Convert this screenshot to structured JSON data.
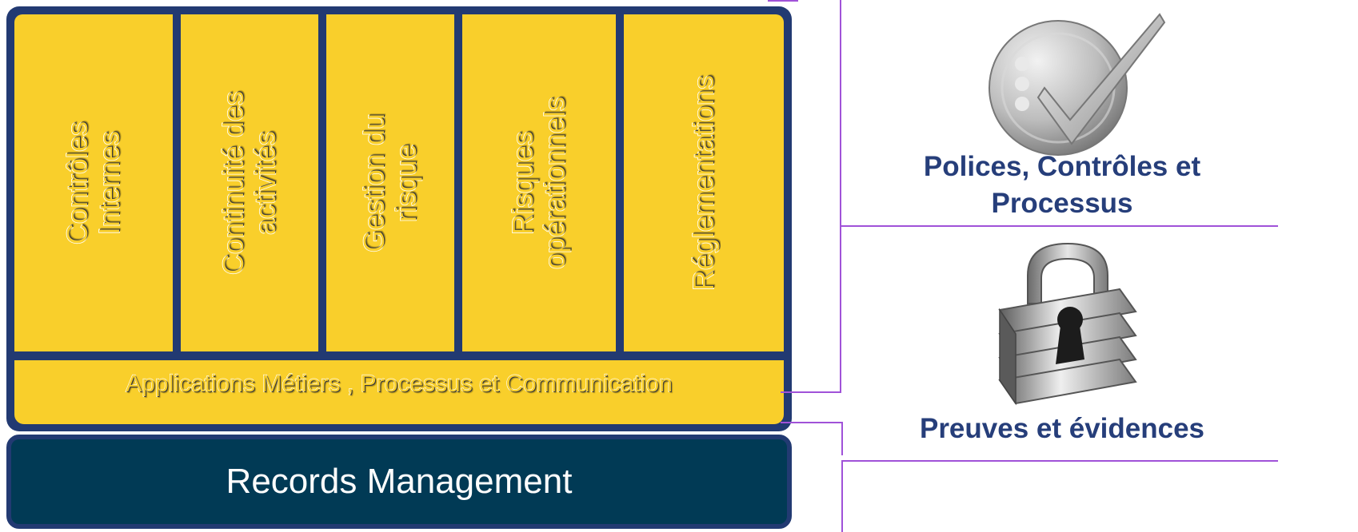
{
  "columns": [
    {
      "label": "Contrôles\nInternes"
    },
    {
      "label": "Continuité des\nactivités"
    },
    {
      "label": "Gestion du\nrisque"
    },
    {
      "label": "Risques\nopérationnels"
    },
    {
      "label": "Réglementations"
    }
  ],
  "bar_label": "Applications Métiers , Processus et Communication",
  "records_label": "Records Management",
  "right": {
    "top_label_line1": "Polices, Contrôles et",
    "top_label_line2": "Processus",
    "bottom_label": "Preuves et évidences",
    "top_icon": "checkmark-badge-icon",
    "bottom_icon": "padlock-icon"
  },
  "colors": {
    "yellow": "#f9cf2b",
    "frame": "#223a72",
    "records_bg": "#013a55",
    "bracket": "#a052d8",
    "label_text": "#263e7a"
  }
}
